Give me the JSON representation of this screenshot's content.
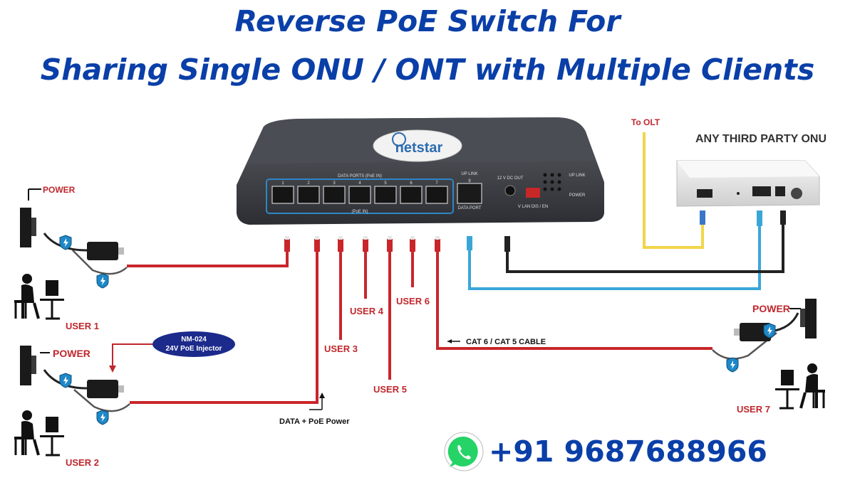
{
  "title": {
    "line1": "Reverse PoE Switch For",
    "line2": "Sharing Single ONU / ONT with Multiple Clients"
  },
  "switch": {
    "brand": "netstar",
    "data_ports_label": "DATA PORTS (PoE IN)",
    "poe_in_label": "(PoE IN)",
    "port_numbers": [
      "1",
      "2",
      "3",
      "4",
      "5",
      "6",
      "7"
    ],
    "uplink_label": "UP LINK",
    "uplink_port_number": "8",
    "data_port_label": "DATA PORT",
    "dc_out_label": "12 V DC OUT",
    "vlan_label": "V LAN DIS / EN",
    "led_uplink_label": "UP LINK",
    "led_power_label": "POWER"
  },
  "onu": {
    "label": "ANY THIRD PARTY ONU",
    "to_olt": "To OLT"
  },
  "users": [
    "USER 1",
    "USER 2",
    "USER 3",
    "USER 4",
    "USER 5",
    "USER 6",
    "USER 7"
  ],
  "power_label": "POWER",
  "injector": {
    "model": "NM-024",
    "desc": "24V PoE Injector"
  },
  "cable_label": "CAT 6 / CAT 5 CABLE",
  "data_poe_label": "DATA + PoE Power",
  "phone": "+91 9687688966",
  "colors": {
    "title": "#0a3fa8",
    "cable_red": "#c8262b",
    "cable_blue": "#3aa6d8",
    "cable_yellow": "#f2d54a",
    "cable_black": "#222222",
    "label_red": "#c0272d",
    "badge_bg": "#1c2a8c",
    "whatsapp": "#25d366"
  },
  "icons": [
    "wall-socket-icon",
    "poe-injector-icon",
    "user-desk-icon",
    "shield-bolt-icon",
    "whatsapp-icon"
  ]
}
